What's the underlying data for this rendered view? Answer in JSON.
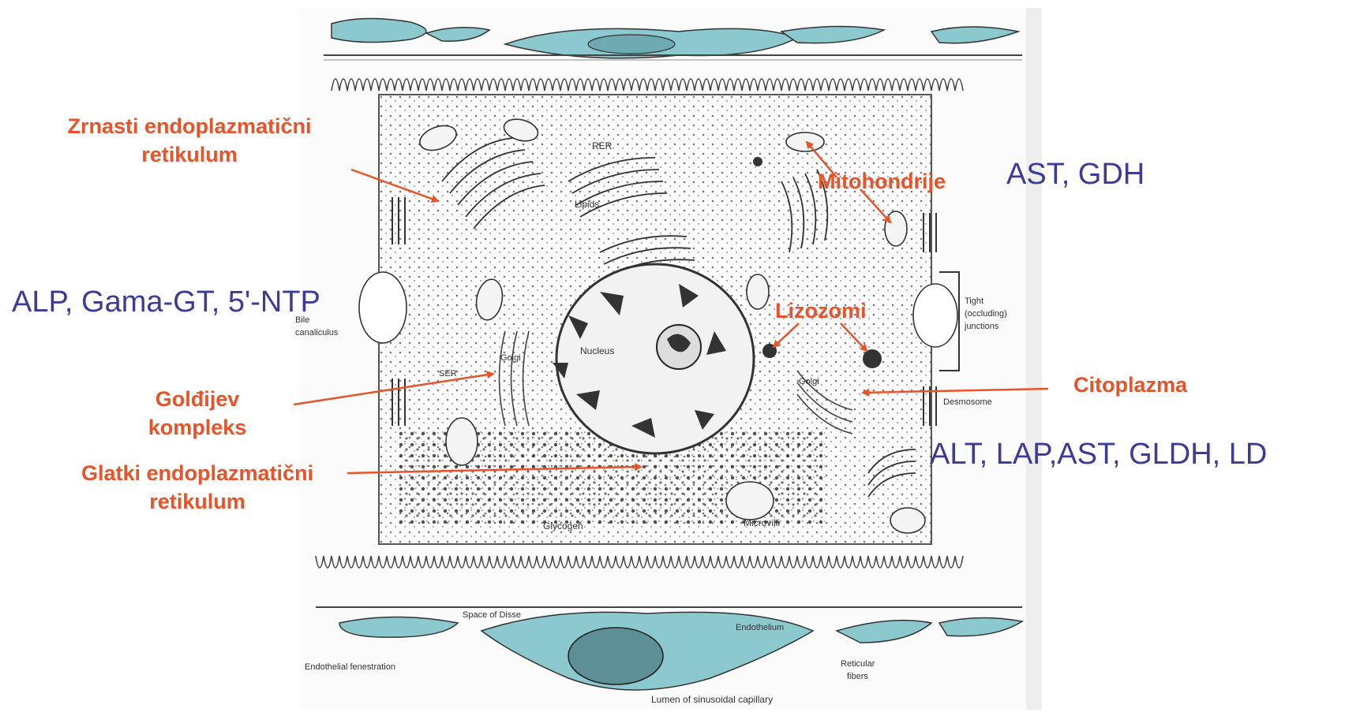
{
  "labels": {
    "zrnasti": [
      "Zrnasti endoplazmatični",
      "retikulum"
    ],
    "mitohondrije": "Mitohondrije",
    "lizozomi": "Lizozomi",
    "goldijev": [
      "Golđijev",
      "kompleks"
    ],
    "glatki": [
      "Glatki endoplazmatični",
      "retikulum"
    ],
    "citoplazma": "Citoplazma"
  },
  "enzymes": {
    "mito": "AST, GDH",
    "membrane": "ALP, Gama-GT, 5'-NTP",
    "cyto": "ALT, LAP,AST, GLDH, LD"
  },
  "figure_text": {
    "rer": "RER",
    "lipids": "Lipids",
    "nucleus": "Nucleus",
    "golgi": "Golgi",
    "ser": "SER",
    "bile_canaliculus": [
      "Bile",
      "canaliculus"
    ],
    "tight_junctions": [
      "Tight",
      "(occluding)",
      "junctions"
    ],
    "desmosome": "Desmosome",
    "glycogen": "Glycogen",
    "microvilli": "Microvilli",
    "space_of_disse": "Space of Disse",
    "endothelium": "Endothelium",
    "endothelial_fenestration": "Endothelial fenestration",
    "reticular_fibers": [
      "Reticular",
      "fibers"
    ],
    "lumen": "Lumen of sinusoidal capillary"
  },
  "colors": {
    "label": "#e8532a",
    "enzyme": "#3c3c96",
    "endothelium": "#8cc9cf",
    "ink": "#333333"
  }
}
